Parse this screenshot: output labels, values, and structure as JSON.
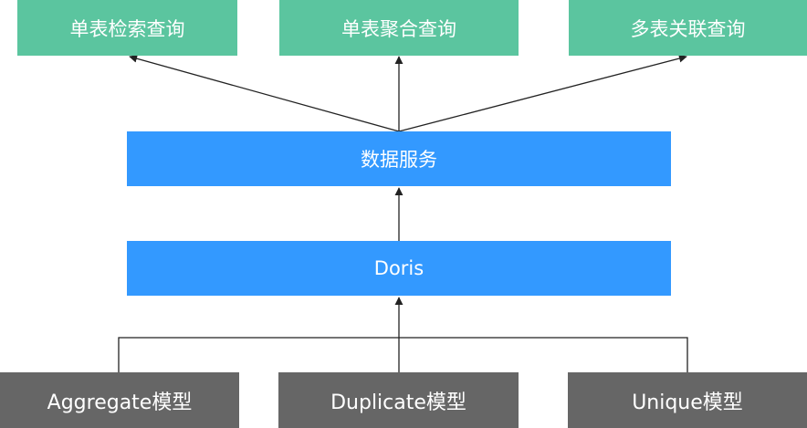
{
  "queries": [
    {
      "label": "单表检索查询"
    },
    {
      "label": "单表聚合查询"
    },
    {
      "label": "多表关联查询"
    }
  ],
  "service": {
    "label": "数据服务"
  },
  "engine": {
    "label": "Doris"
  },
  "models": [
    {
      "label": "Aggregate模型"
    },
    {
      "label": "Duplicate模型"
    },
    {
      "label": "Unique模型"
    }
  ],
  "colors": {
    "query_box": "#5bc59f",
    "layer_box": "#3399ff",
    "model_box": "#666666",
    "edge": "#222222"
  }
}
